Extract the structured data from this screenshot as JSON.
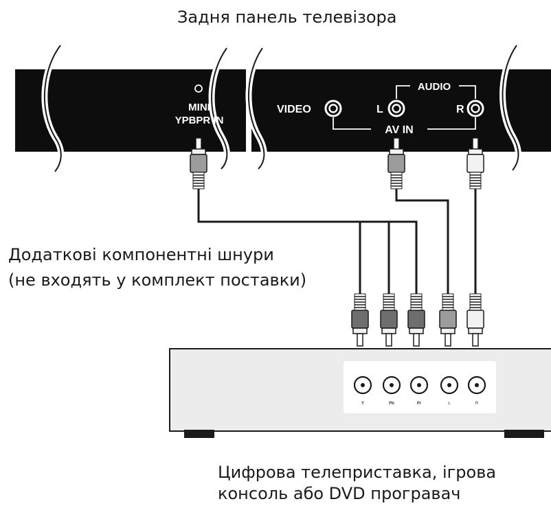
{
  "captions": {
    "tv_back_panel": "Задня панель телевізора",
    "cables_line1": "Додаткові компонентні шнури",
    "cables_line2": "(не входять у комплект поставки)",
    "device_line1": "Цифрова телеприставка, ігрова",
    "device_line2": "консоль або DVD програвач"
  },
  "tv_panel": {
    "mini_label_line1": "MINI",
    "mini_label_line2": "YPBPR IN",
    "video_label": "VIDEO",
    "audio_label": "AUDIO",
    "left_label": "L",
    "right_label": "R",
    "av_in_label": "AV IN"
  },
  "device_ports": {
    "y": "Y",
    "pb": "Pb",
    "pr": "Pr",
    "l": "L",
    "r": "R"
  },
  "colors": {
    "panel": "#0d0d0d",
    "device_body": "#ececec",
    "device_feet": "#1a1a1a",
    "cable": "#1a1a1a",
    "plug_dark": "#6e6e6e",
    "plug_mid": "#9c9c9c",
    "plug_light": "#f2f2f2"
  }
}
